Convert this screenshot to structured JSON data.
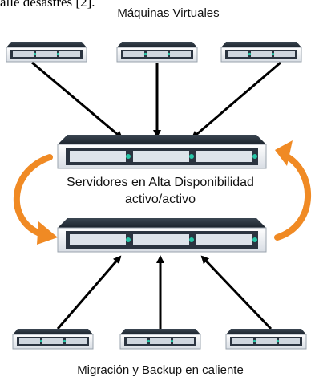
{
  "header_fragment": "alle desastres [2].",
  "labels": {
    "top": "Máquinas Virtuales",
    "middle_line1": "Servidores en Alta Disponibilidad",
    "middle_line2": "activo/activo",
    "bottom": "Migración y Backup en caliente"
  },
  "colors": {
    "arrow_black": "#000000",
    "arrow_orange": "#f08a24",
    "server_body": "#eef1f5",
    "server_panel": "#2b3440",
    "server_led": "#27c6a7"
  }
}
